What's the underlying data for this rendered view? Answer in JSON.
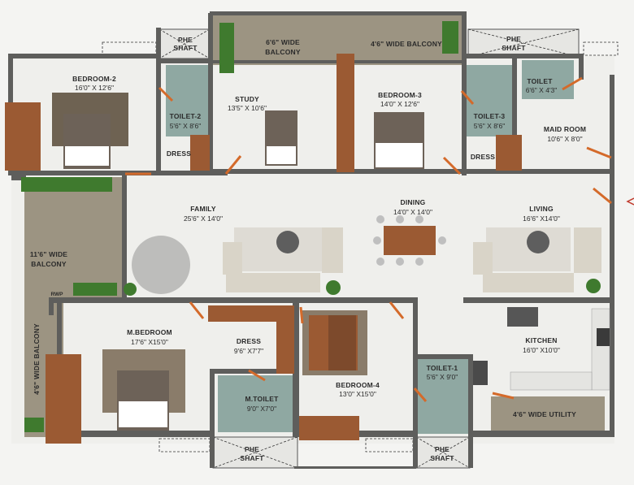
{
  "rooms": {
    "bedroom2": {
      "name": "BEDROOM-2",
      "dim": "16'0\" X 12'6\""
    },
    "toilet2": {
      "name": "TOILET-2",
      "dim": "5'6\" X 8'6\""
    },
    "dress_top": {
      "name": "DRESS"
    },
    "phe_top_left": {
      "name": "PHE",
      "name2": "SHAFT"
    },
    "study": {
      "name": "STUDY",
      "dim": "13'5\" X 10'6\""
    },
    "balcony_6": {
      "name": "6'6\" WIDE",
      "name2": "BALCONY"
    },
    "balcony_46_top": {
      "name": "4'6\" WIDE BALCONY"
    },
    "bedroom3": {
      "name": "BEDROOM-3",
      "dim": "14'0\" X 12'6\""
    },
    "phe_top_right": {
      "name": "PHE",
      "name2": "SHAFT"
    },
    "toilet3": {
      "name": "TOILET-3",
      "dim": "5'6\" X 8'6\""
    },
    "dress_mid": {
      "name": "DRESS"
    },
    "toilet_maid": {
      "name": "TOILET",
      "dim": "6'6\" X 4'3\""
    },
    "maid_room": {
      "name": "MAID ROOM",
      "dim": "10'6\" X 8'0\""
    },
    "family": {
      "name": "FAMILY",
      "dim": "25'6\" X 14'0\""
    },
    "dining": {
      "name": "DINING",
      "dim": "14'0\" X 14'0\""
    },
    "living": {
      "name": "LIVING",
      "dim": "16'6\" X14'0\""
    },
    "balcony_116": {
      "name": "11'6\" WIDE",
      "name2": "BALCONY"
    },
    "balcony_46_left": {
      "name": "4'6\" WIDE BALCONY"
    },
    "rwp": {
      "name": "RWP"
    },
    "mbedroom": {
      "name": "M.BEDROOM",
      "dim": "17'6\" X15'0\""
    },
    "dress_master": {
      "name": "DRESS",
      "dim": "9'6\" X7'7\""
    },
    "mtoilet": {
      "name": "M.TOILET",
      "dim": "9'0\" X7'0\""
    },
    "bedroom4": {
      "name": "BEDROOM-4",
      "dim": "13'0\" X15'0\""
    },
    "toilet1": {
      "name": "TOILET-1",
      "dim": "5'6\" X 9'0\""
    },
    "kitchen": {
      "name": "KITCHEN",
      "dim": "16'0\" X10'0\""
    },
    "utility": {
      "name": "4'6\" WIDE UTILITY"
    },
    "phe_bottom_left": {
      "name": "PHE",
      "name2": "SHAFT"
    },
    "phe_bottom_right": {
      "name": "PHE",
      "name2": "SHAFT"
    }
  }
}
